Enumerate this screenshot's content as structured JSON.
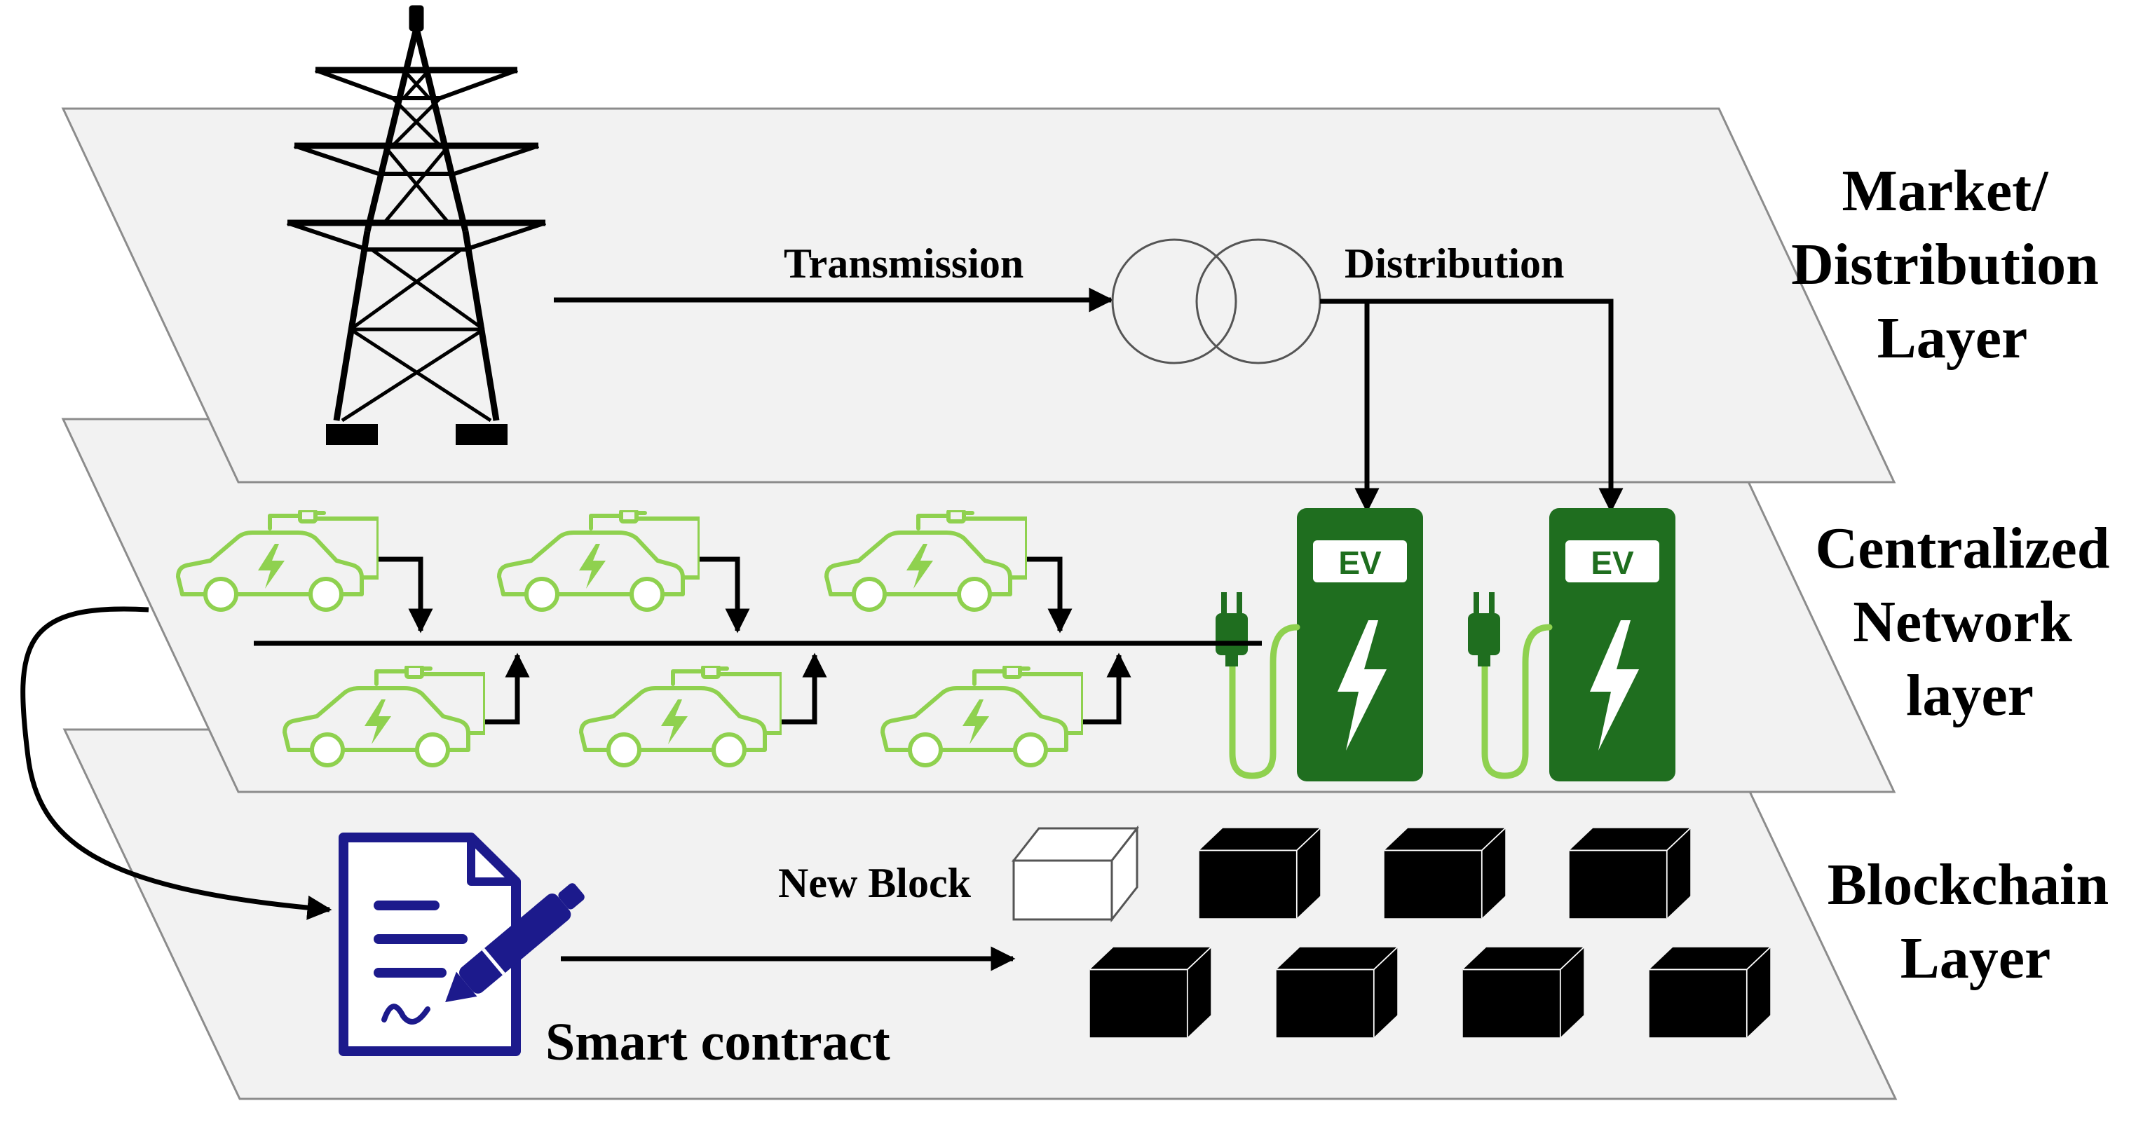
{
  "layers": {
    "market": {
      "label_lines": [
        "Market/",
        "Distribution",
        "Layer"
      ]
    },
    "network": {
      "label_lines": [
        "Centralized",
        "Network",
        "layer"
      ]
    },
    "blockchain": {
      "label_lines": [
        "Blockchain",
        "Layer"
      ]
    }
  },
  "flows": {
    "transmission": "Transmission",
    "distribution": "Distribution",
    "new_block": "New Block",
    "smart_contract": "Smart contract"
  },
  "charging_station": {
    "badge": "EV"
  },
  "colors": {
    "plane_fill": "#f2f2f2",
    "plane_stroke": "#8c8c8c",
    "ev_green": "#8fd14f",
    "station_green": "#1f6e1f",
    "contract_blue": "#1c1a8c",
    "block_black": "#000000"
  },
  "icons": {
    "tower": "transmission-tower-icon",
    "transformer": "transformer-icon",
    "ev": "electric-car-icon",
    "station": "ev-charging-station-icon",
    "contract": "smart-contract-document-icon",
    "block": "blockchain-block-icon"
  }
}
